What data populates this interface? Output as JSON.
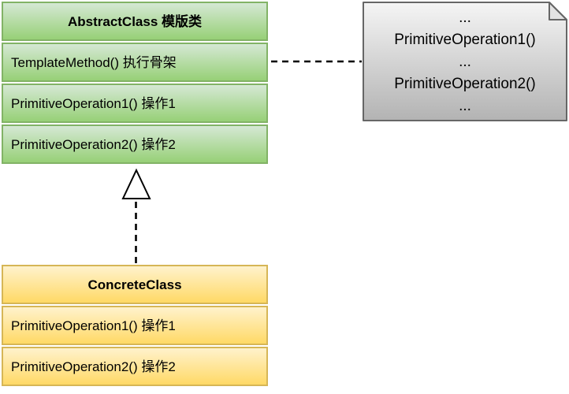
{
  "abstract_class": {
    "title": "AbstractClass 模版类",
    "methods": [
      "TemplateMethod() 执行骨架",
      "PrimitiveOperation1() 操作1",
      "PrimitiveOperation2() 操作2"
    ]
  },
  "concrete_class": {
    "title": "ConcreteClass",
    "methods": [
      "PrimitiveOperation1() 操作1",
      "PrimitiveOperation2() 操作2"
    ]
  },
  "note": {
    "lines": [
      "...",
      "PrimitiveOperation1()",
      "...",
      "PrimitiveOperation2()",
      "..."
    ]
  },
  "connectors": {
    "note_link": "dashed-line from TemplateMethod row to note",
    "inheritance": "dashed arrow with hollow triangle from ConcreteClass to AbstractClass"
  },
  "colors": {
    "green_fill_top": "#d5e8d4",
    "green_fill_bottom": "#97d077",
    "green_stroke": "#82b366",
    "yellow_fill_top": "#fff2cc",
    "yellow_fill_bottom": "#ffd966",
    "yellow_stroke": "#d6b656",
    "note_fill_top": "#f5f5f5",
    "note_fill_bottom": "#b3b3b3",
    "note_stroke": "#666666",
    "line_color": "#000000",
    "text_color": "#000000"
  }
}
